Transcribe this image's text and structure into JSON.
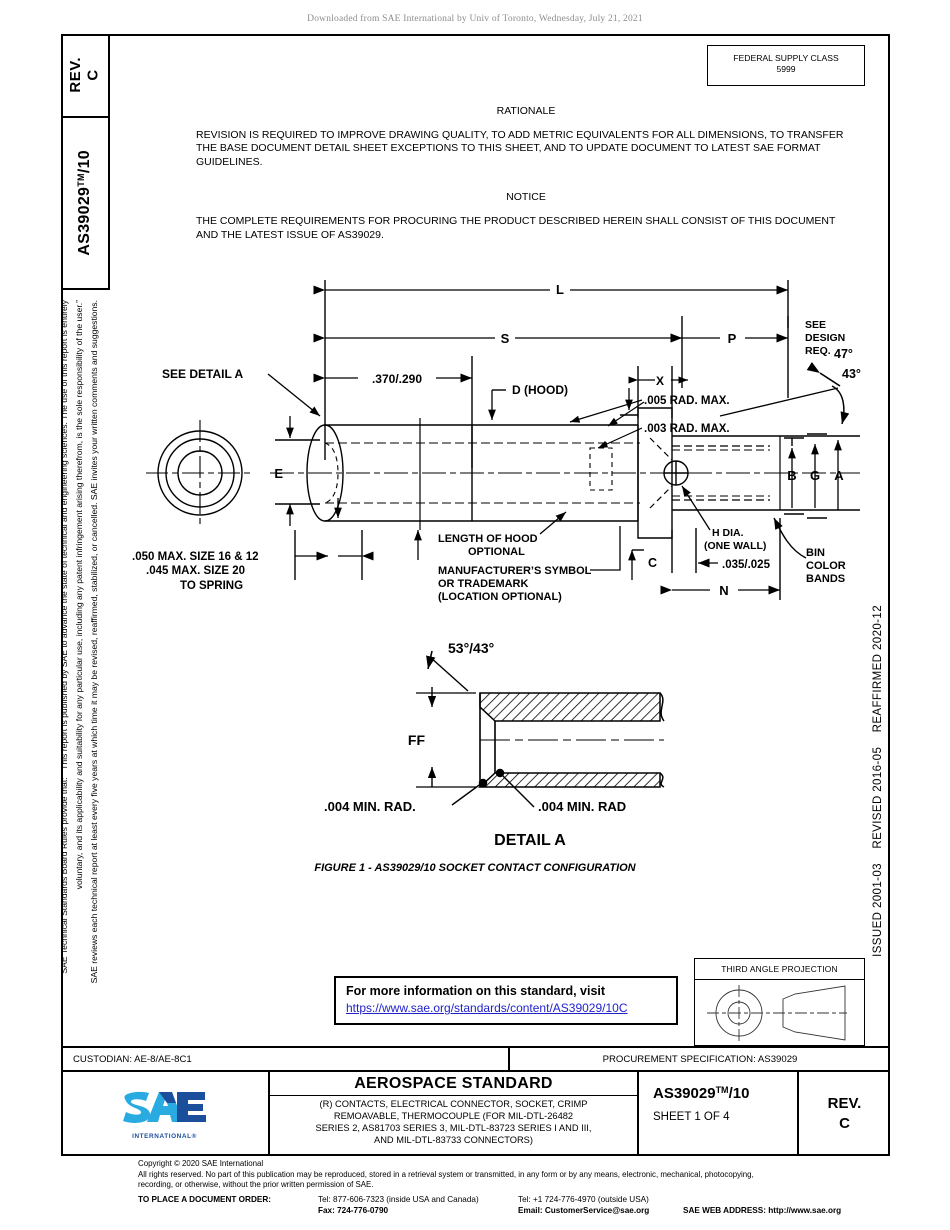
{
  "download_notice": "Downloaded from SAE International by Univ of Toronto, Wednesday, July 21, 2021",
  "sidebar": {
    "rev_label": "REV.",
    "rev_value": "C",
    "doc_number": "AS39029",
    "doc_number_tm": "TM",
    "doc_number_suffix": "/10",
    "disclaimer_line1": "SAE Technical Standards Board Rules provide that: “ This report is published by SAE to advance the state of technical and engineering sciences. The use of this report is entirely",
    "disclaimer_line2": "voluntary, and its applicability and suitability for any particular use, including any patent infringement arising therefrom, is the sole responsibility of the user.”",
    "disclaimer_line3": "SAE reviews each technical report at least every five years at which time it may be revised, reaffirmed, stabilized, or cancelled. SAE invites your written comments and suggestions."
  },
  "dates": {
    "reaffirmed": "REAFFIRMED 2020-12",
    "revised": "REVISED 2016-05",
    "issued": "ISSUED 2001-03"
  },
  "fsc": {
    "label": "FEDERAL SUPPLY CLASS",
    "value": "5999"
  },
  "rationale": {
    "heading": "RATIONALE",
    "body": "REVISION IS REQUIRED TO IMPROVE DRAWING QUALITY, TO ADD METRIC EQUIVALENTS FOR ALL DIMENSIONS, TO TRANSFER THE BASE DOCUMENT DETAIL SHEET EXCEPTIONS TO THIS SHEET, AND TO UPDATE DOCUMENT TO LATEST SAE FORMAT GUIDELINES."
  },
  "notice": {
    "heading": "NOTICE",
    "body": "THE COMPLETE REQUIREMENTS FOR PROCURING THE PRODUCT DESCRIBED HEREIN SHALL CONSIST OF THIS DOCUMENT AND THE LATEST ISSUE OF AS39029."
  },
  "figure": {
    "caption": "FIGURE 1 - AS39029/10 SOCKET CONTACT CONFIGURATION",
    "detail_title": "DETAIL A",
    "labels": {
      "L": "L",
      "S": "S",
      "P": "P",
      "X": "X",
      "E": "E",
      "C": "C",
      "N": "N",
      "A": "A",
      "B": "B",
      "G": "G",
      "FF": "FF",
      "hood_dim": ".370/.290",
      "d_hood": "D (HOOD)",
      "see_detail_a": "SEE DETAIL A",
      "see_design_req": "SEE\nDESIGN\nREQ.",
      "angle_47": "47°",
      "angle_43": "43°",
      "rad_005": ".005 RAD. MAX.",
      "rad_003": ".003 RAD. MAX.",
      "h_dia": "H DIA.",
      "one_wall": "(ONE WALL)",
      "wall_dim": ".035/.025",
      "bin_color_bands": "BIN\nCOLOR\nBANDS",
      "spring_1": ".050 MAX. SIZE 16 & 12",
      "spring_2": ".045 MAX. SIZE 20",
      "spring_3": "TO SPRING",
      "hood_len_1": "LENGTH OF HOOD",
      "hood_len_2": "OPTIONAL",
      "mfr_1": "MANUFACTURER’S SYMBOL",
      "mfr_2": "OR TRADEMARK",
      "mfr_3": "(LOCATION OPTIONAL)",
      "detail_angle": "53°/43°",
      "min_rad_left": ".004 MIN. RAD.",
      "min_rad_right": ".004 MIN. RAD"
    }
  },
  "info_box": {
    "line1": "For more information on this standard, visit",
    "url": "https://www.sae.org/standards/content/AS39029/10C"
  },
  "third_angle": {
    "title": "THIRD ANGLE PROJECTION"
  },
  "custodian": {
    "label": "CUSTODIAN: AE-8/AE-8C1",
    "procurement": "PROCUREMENT SPECIFICATION: AS39029"
  },
  "title_block": {
    "logo_text": "SAE",
    "logo_sub": "INTERNATIONAL®",
    "standard_title": "AEROSPACE STANDARD",
    "subtitle_line1": "(R) CONTACTS, ELECTRICAL CONNECTOR, SOCKET, CRIMP",
    "subtitle_line2": "REMOAVABLE, THERMOCOUPLE (FOR MIL-DTL-26482",
    "subtitle_line3": "SERIES 2, AS81703 SERIES 3, MIL-DTL-83723 SERIES I AND III,",
    "subtitle_line4": "AND MIL-DTL-83733 CONNECTORS)",
    "number": "AS39029",
    "number_tm": "TM",
    "number_suffix": "/10",
    "sheet": "SHEET 1 OF 4",
    "rev_label": "REV.",
    "rev_value": "C"
  },
  "footer": {
    "copyright": "Copyright © 2020 SAE International",
    "rights_line1": "All rights reserved. No part of this publication may be reproduced, stored in a retrieval system or transmitted, in any form or by any means, electronic, mechanical, photocopying,",
    "rights_line2": "recording, or otherwise, without the prior written permission of SAE.",
    "order_label": "TO PLACE A DOCUMENT ORDER:",
    "tel_inside": "Tel: 877-606-7323 (inside USA and Canada)",
    "tel_outside": "Tel: +1 724-776-4970 (outside USA)",
    "fax": "Fax: 724-776-0790",
    "email": "Email: CustomerService@sae.org",
    "web": "SAE WEB ADDRESS: http://www.sae.org"
  },
  "colors": {
    "link": "#2222cc",
    "logo_light": "#29ABE2",
    "logo_dark": "#1B4E9B",
    "line": "#000000"
  }
}
